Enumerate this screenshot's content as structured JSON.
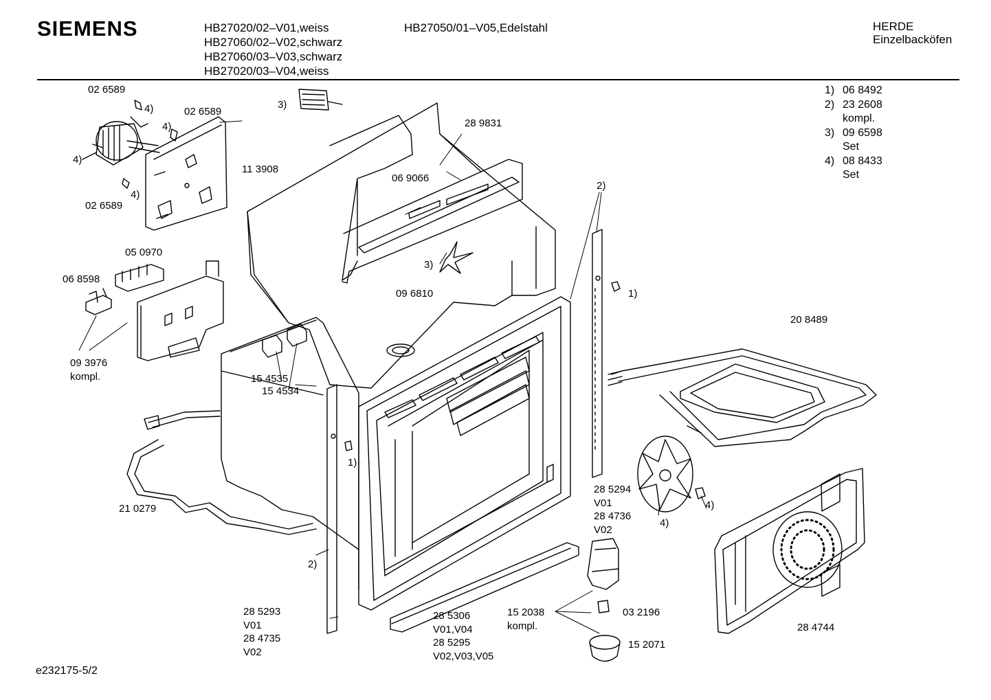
{
  "header": {
    "brand": "SIEMENS",
    "models_col1": [
      "HB27020/02–V01,weiss",
      "HB27060/02–V02,schwarz",
      "HB27060/03–V03,schwarz",
      "HB27020/03–V04,weiss"
    ],
    "models_col2": [
      "HB27050/01–V05,Edelstahl"
    ],
    "category": [
      "HERDE",
      "Einzelbacköfen"
    ]
  },
  "legend": [
    {
      "n": "1)",
      "lines": [
        "06 8492"
      ]
    },
    {
      "n": "2)",
      "lines": [
        "23 2608",
        "kompl."
      ]
    },
    {
      "n": "3)",
      "lines": [
        "09 6598",
        "Set"
      ]
    },
    {
      "n": "4)",
      "lines": [
        "08 8433",
        "Set"
      ]
    }
  ],
  "part_labels": {
    "p026589a": "02 6589",
    "note4a": "4)",
    "p026589b": "02 6589",
    "note4b": "4)",
    "note4c": "4)",
    "note4d": "4)",
    "p026589c": "02 6589",
    "p113908": "11 3908",
    "note3a": "3)",
    "p289831": "28 9831",
    "p069066": "06 9066",
    "note3b": "3)",
    "p096810": "09 6810",
    "p050970": "05 0970",
    "p068598": "06 8598",
    "p093976": [
      "09 3976",
      "kompl."
    ],
    "note2a": "2)",
    "note1a": "1)",
    "p208489": "20 8489",
    "p154535": "15 4535",
    "p154534": "15 4534",
    "note1b": "1)",
    "p210279": "21 0279",
    "p285294": [
      "28 5294",
      "V01",
      "28 4736",
      "V02"
    ],
    "note4e": "4)",
    "note4f": "4)",
    "note2b": "2)",
    "p285293": [
      "28 5293",
      "V01",
      "28 4735",
      "V02"
    ],
    "p285306": [
      "28 5306",
      "V01,V04",
      "28 5295",
      "V02,V03,V05"
    ],
    "p152038": [
      "15 2038",
      "kompl."
    ],
    "p032196": "03 2196",
    "p152071": "15 2071",
    "p284744": "28 4744"
  },
  "footer": "e232175-5/2"
}
